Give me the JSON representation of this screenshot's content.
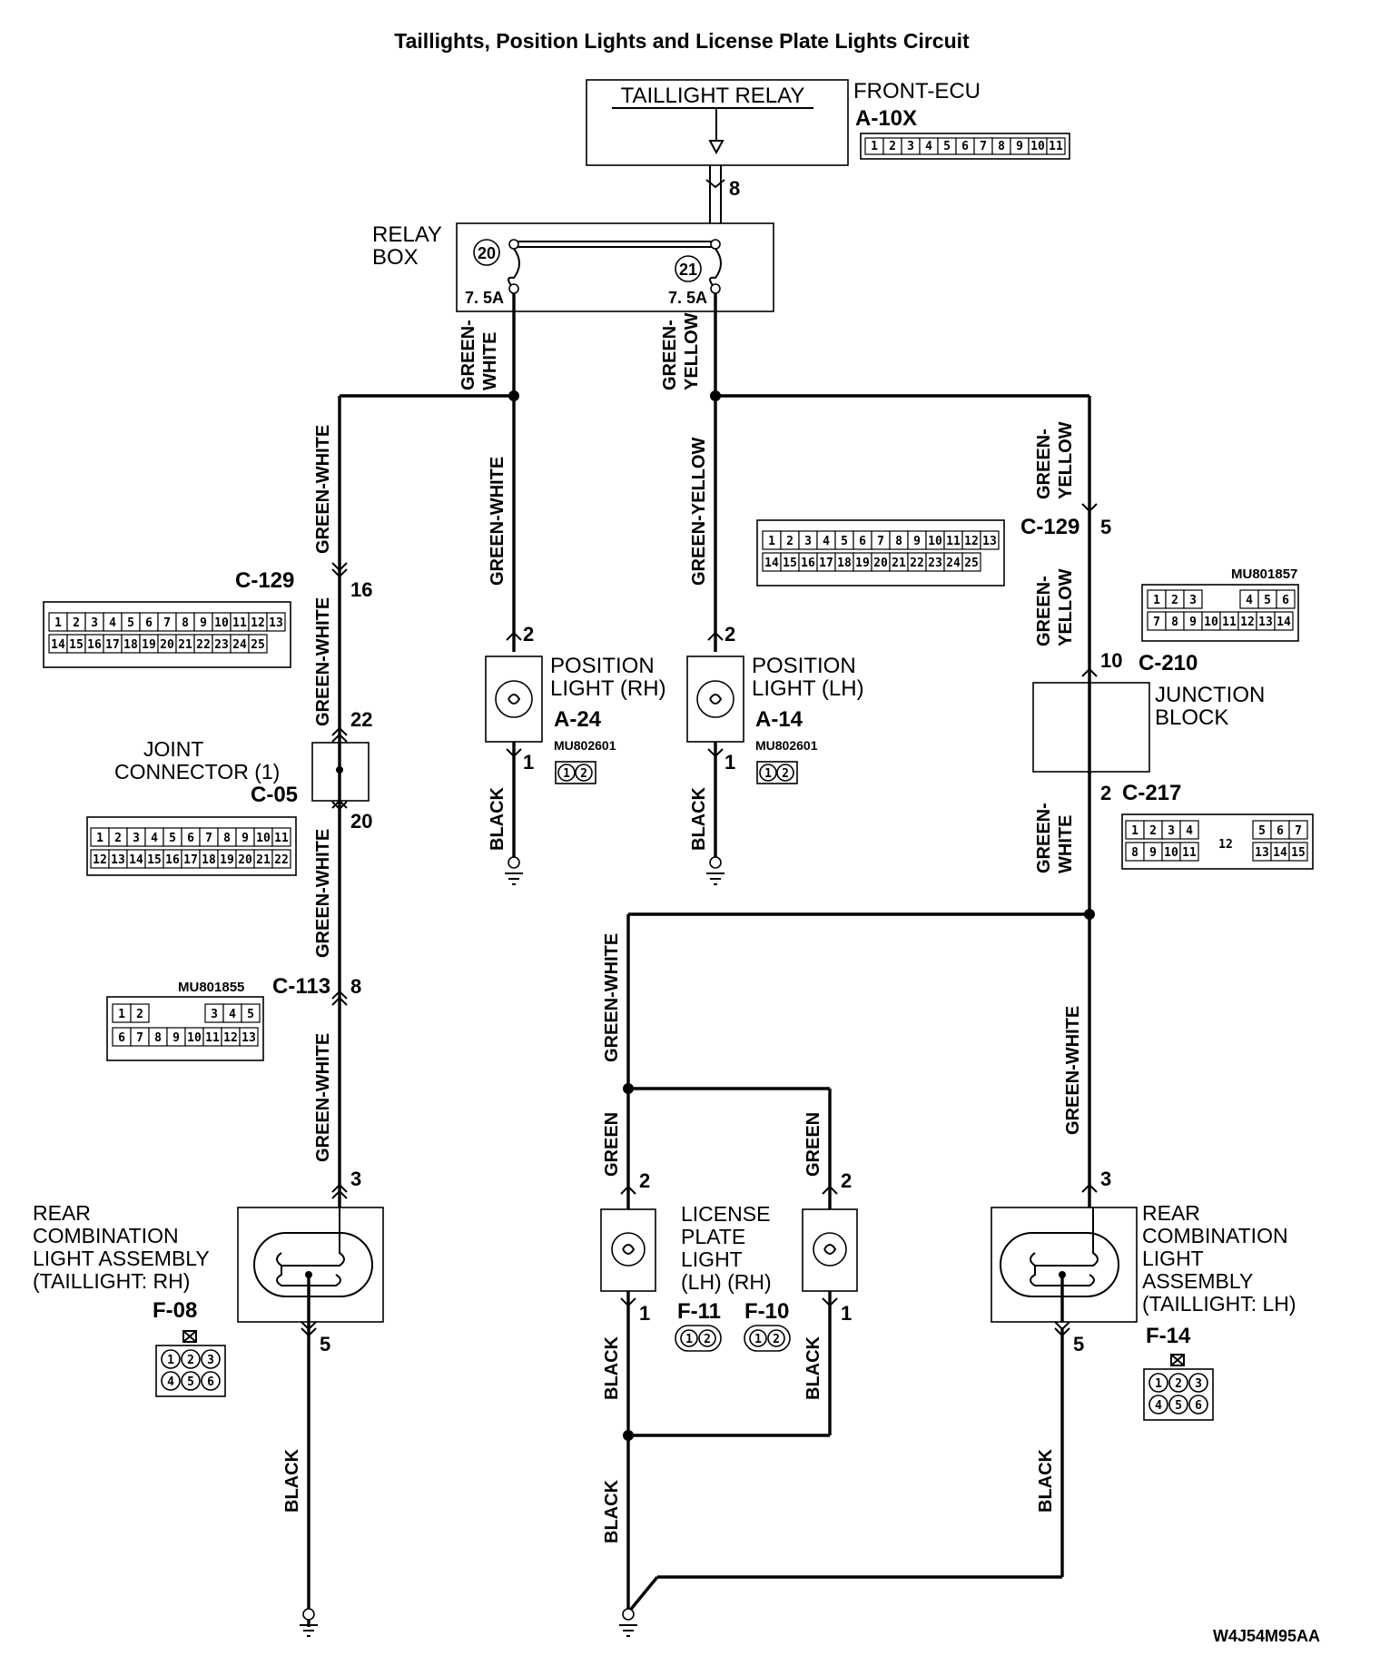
{
  "title": "Taillights, Position Lights and License Plate Lights Circuit",
  "diagram_id": "W4J54M95AA",
  "front_ecu": {
    "relay_label": "TAILLIGHT RELAY",
    "name": "FRONT-ECU",
    "connector": "A-10X",
    "pins": [
      "1",
      "2",
      "3",
      "4",
      "5",
      "6",
      "7",
      "8",
      "9",
      "10",
      "11"
    ],
    "output_pin": "8"
  },
  "relay_box": {
    "label_line1": "RELAY",
    "label_line2": "BOX",
    "fuse_left_no": "20",
    "fuse_right_no": "21",
    "fuse_left_rating": "7. 5A",
    "fuse_right_rating": "7. 5A"
  },
  "wire_colors": {
    "green_white_split_1": "GREEN-",
    "green_white_split_2": "WHITE",
    "green_yellow_split_1": "GREEN-",
    "green_yellow_split_2": "YELLOW",
    "green_white": "GREEN-WHITE",
    "green_yellow": "GREEN-YELLOW",
    "green": "GREEN",
    "black": "BLACK"
  },
  "connectors": {
    "c129": {
      "name": "C-129",
      "pin_left": "16",
      "pin_right": "5",
      "row1": [
        "1",
        "2",
        "3",
        "4",
        "5",
        "6",
        "7",
        "8",
        "9",
        "10",
        "11",
        "12",
        "13"
      ],
      "row2": [
        "14",
        "15",
        "16",
        "17",
        "18",
        "19",
        "20",
        "21",
        "22",
        "23",
        "24",
        "25"
      ]
    },
    "c05": {
      "name": "C-05",
      "pin_in": "22",
      "pin_out": "20",
      "label_line1": "JOINT",
      "label_line2": "CONNECTOR (1)",
      "row1": [
        "1",
        "2",
        "3",
        "4",
        "5",
        "6",
        "7",
        "8",
        "9",
        "10",
        "11"
      ],
      "row2": [
        "12",
        "13",
        "14",
        "15",
        "16",
        "17",
        "18",
        "19",
        "20",
        "21",
        "22"
      ]
    },
    "c113": {
      "name": "C-113",
      "pin": "8",
      "part_no": "MU801855",
      "row1": [
        "1",
        "2",
        "3",
        "4",
        "5"
      ],
      "row2": [
        "6",
        "7",
        "8",
        "9",
        "10",
        "11",
        "12",
        "13"
      ]
    },
    "c210": {
      "name": "C-210",
      "pin": "10",
      "part_no": "MU801857",
      "row1": [
        "1",
        "2",
        "3",
        "4",
        "5",
        "6"
      ],
      "row2": [
        "7",
        "8",
        "9",
        "10",
        "11",
        "12",
        "13",
        "14"
      ]
    },
    "c217": {
      "name": "C-217",
      "pin": "2",
      "row1": [
        "1",
        "2",
        "3",
        "4",
        "5",
        "6",
        "7"
      ],
      "row2": [
        "8",
        "9",
        "10",
        "11",
        "12",
        "13",
        "14",
        "15"
      ]
    }
  },
  "junction_block": {
    "line1": "JUNCTION",
    "line2": "BLOCK"
  },
  "position_light_rh": {
    "line1": "POSITION",
    "line2": "LIGHT (RH)",
    "connector": "A-24",
    "part_no": "MU802601",
    "pin_in": "2",
    "pin_out": "1"
  },
  "position_light_lh": {
    "line1": "POSITION",
    "line2": "LIGHT (LH)",
    "connector": "A-14",
    "part_no": "MU802601",
    "pin_in": "2",
    "pin_out": "1"
  },
  "rear_light_rh": {
    "line1": "REAR",
    "line2": "COMBINATION",
    "line3": "LIGHT ASSEMBLY",
    "line4": "(TAILLIGHT: RH)",
    "connector": "F-08",
    "pin_in": "3",
    "pin_out": "5"
  },
  "rear_light_lh": {
    "line1": "REAR",
    "line2": "COMBINATION",
    "line3": "LIGHT",
    "line4": "ASSEMBLY",
    "line5": "(TAILLIGHT: LH)",
    "connector": "F-14",
    "pin_in": "3",
    "pin_out": "5"
  },
  "license_plate_light": {
    "line1": "LICENSE",
    "line2": "PLATE",
    "line3": "LIGHT",
    "line4": "(LH) (RH)",
    "connector_lh": "F-11",
    "connector_rh": "F-10",
    "pin_in": "2",
    "pin_out": "1"
  },
  "pin_sets": {
    "two": [
      "1",
      "2"
    ],
    "six_top": [
      "1",
      "2",
      "3"
    ],
    "six_bottom": [
      "4",
      "5",
      "6"
    ]
  }
}
